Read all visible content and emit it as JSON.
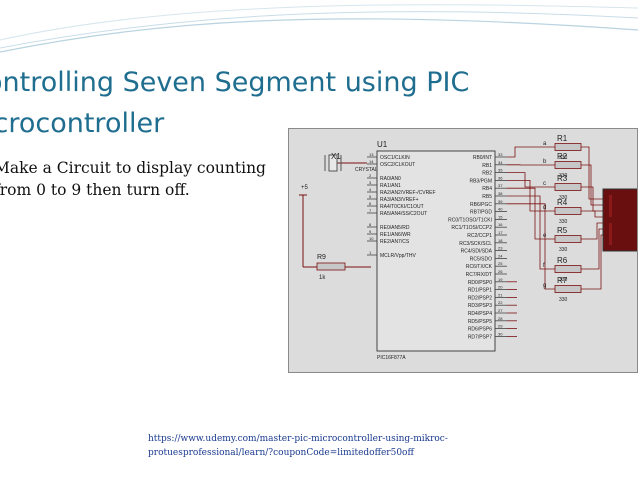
{
  "slide": {
    "title": "ontrolling Seven Segment using PIC icrocontroller",
    "bullet": "Make a Circuit to display counting from 0 to 9 then turn off.",
    "link": "https://www.udemy.com/master-pic-microcontroller-using-mikroc-protuesprofessional/learn/?couponCode=limitedoffer50off"
  },
  "schematic": {
    "chip_label": "U1",
    "chip_part": "PIC16F877A",
    "crystal_label": "X1",
    "crystal_freq": "CRYSTAL",
    "supply_label": "+5",
    "reset_resistor": {
      "name": "R9",
      "value": "1k"
    },
    "left_pins": [
      {
        "num": "13",
        "name": "OSC1/CLKIN"
      },
      {
        "num": "14",
        "name": "OSC2/CLKOUT"
      },
      {
        "num": "2",
        "name": "RA0/AN0"
      },
      {
        "num": "3",
        "name": "RA1/AN1"
      },
      {
        "num": "4",
        "name": "RA2/AN2/VREF-/CVREF"
      },
      {
        "num": "5",
        "name": "RA3/AN3/VREF+"
      },
      {
        "num": "6",
        "name": "RA4/T0CKI/C1OUT"
      },
      {
        "num": "7",
        "name": "RA5/AN4/SS/C2OUT"
      },
      {
        "num": "8",
        "name": "RE0/AN5/RD"
      },
      {
        "num": "9",
        "name": "RE1/AN6/WR"
      },
      {
        "num": "10",
        "name": "RE2/AN7/CS"
      },
      {
        "num": "1",
        "name": "MCLR/Vpp/THV"
      }
    ],
    "right_pins": [
      {
        "num": "33",
        "name": "RB0/INT"
      },
      {
        "num": "34",
        "name": "RB1"
      },
      {
        "num": "35",
        "name": "RB2"
      },
      {
        "num": "36",
        "name": "RB3/PGM"
      },
      {
        "num": "37",
        "name": "RB4"
      },
      {
        "num": "38",
        "name": "RB5"
      },
      {
        "num": "39",
        "name": "RB6/PGC"
      },
      {
        "num": "40",
        "name": "RB7/PGD"
      },
      {
        "num": "15",
        "name": "RC0/T1OSO/T1CKI"
      },
      {
        "num": "16",
        "name": "RC1/T1OSI/CCP2"
      },
      {
        "num": "17",
        "name": "RC2/CCP1"
      },
      {
        "num": "18",
        "name": "RC3/SCK/SCL"
      },
      {
        "num": "23",
        "name": "RC4/SDI/SDA"
      },
      {
        "num": "24",
        "name": "RC5/SDO"
      },
      {
        "num": "25",
        "name": "RC6/TX/CK"
      },
      {
        "num": "26",
        "name": "RC7/RX/DT"
      },
      {
        "num": "19",
        "name": "RD0/PSP0"
      },
      {
        "num": "20",
        "name": "RD1/PSP1"
      },
      {
        "num": "21",
        "name": "RD2/PSP2"
      },
      {
        "num": "22",
        "name": "RD3/PSP3"
      },
      {
        "num": "27",
        "name": "RD4/PSP4"
      },
      {
        "num": "28",
        "name": "RD5/PSP5"
      },
      {
        "num": "29",
        "name": "RD6/PSP6"
      },
      {
        "num": "30",
        "name": "RD7/PSP7"
      }
    ],
    "resistors": [
      {
        "name": "R1",
        "seg": "a",
        "value": "330"
      },
      {
        "name": "R2",
        "seg": "b",
        "value": "330"
      },
      {
        "name": "R3",
        "seg": "c",
        "value": "330"
      },
      {
        "name": "R4",
        "seg": "d",
        "value": "330"
      },
      {
        "name": "R5",
        "seg": "e",
        "value": "330"
      },
      {
        "name": "R6",
        "seg": "f",
        "value": "330"
      },
      {
        "name": "R7",
        "seg": "g",
        "value": "330"
      }
    ]
  },
  "colors": {
    "title": "#1f6e8f",
    "chip_fill": "#e3e3e3",
    "wire": "#7a1010",
    "resistor_fill": "#c7c7c7",
    "display": "#6a0f0f"
  }
}
